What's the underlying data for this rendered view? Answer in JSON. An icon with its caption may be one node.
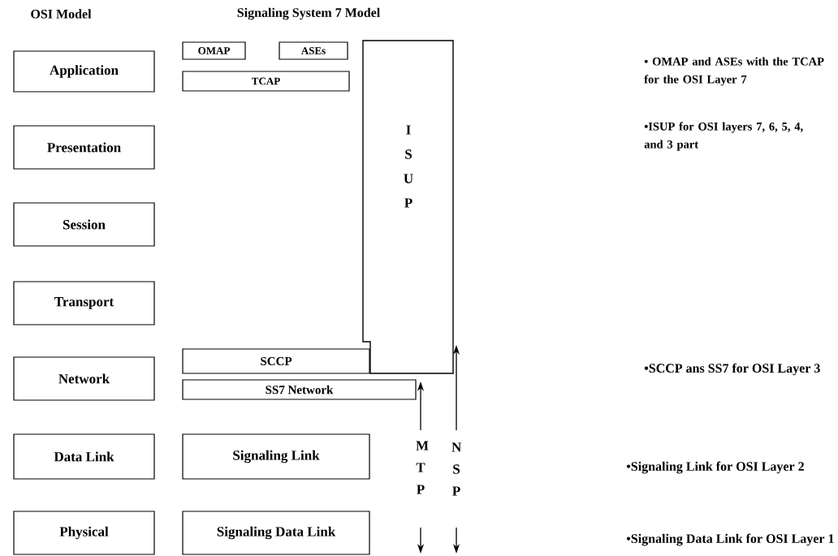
{
  "diagram": {
    "nodes": [
      {
        "text": [
          "Application"
        ]
      },
      {
        "text": [
          "Presentation"
        ]
      },
      {
        "text": [
          "Session"
        ]
      },
      {
        "text": [
          "Transport"
        ]
      },
      {
        "text": [
          "Network"
        ]
      },
      {
        "text": [
          "Data Link"
        ]
      },
      {
        "text": [
          "Physical"
        ]
      },
      {
        "text": [
          "OMAP"
        ]
      },
      {
        "text": [
          "ASEs"
        ]
      },
      {
        "text": [
          "TCAP"
        ]
      },
      {
        "text": [
          "I S U P"
        ]
      },
      {
        "text": [
          "SCCP"
        ]
      },
      {
        "text": [
          "SS7 Network"
        ]
      },
      {
        "text": [
          "Signaling Link"
        ]
      },
      {
        "text": [
          "Signaling Data Link"
        ]
      }
    ],
    "edges": [],
    "labels": [
      "OSI Model",
      "Signaling System 7 Model",
      "• OMAP and ASEs with the TCAP for the OSI Layer 7",
      "•ISUP for OSI layers 7, 6, 5, 4, and 3 part",
      "•SCCP ans SS7 for OSI Layer 3",
      "M T P",
      "N S P",
      "•Signaling Link for OSI Layer 2",
      "•Signaling Data Link for OSI Layer 1"
    ]
  }
}
